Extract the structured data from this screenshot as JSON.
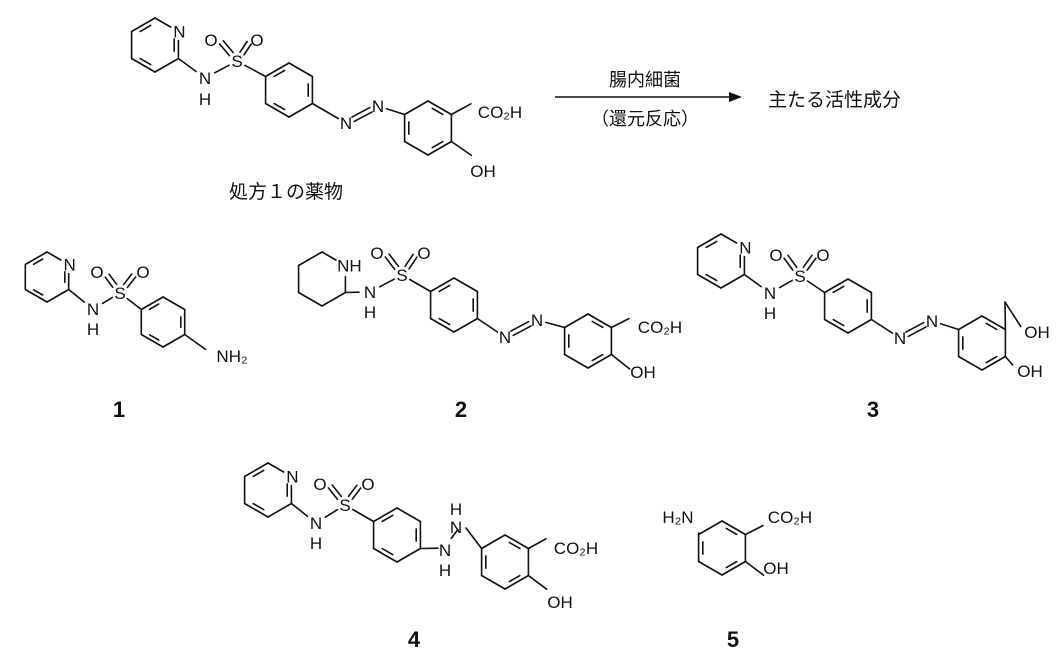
{
  "reaction": {
    "conditions_top": "腸内細菌",
    "conditions_bottom": "（還元反応）",
    "product": "主たる活性成分",
    "reactant_caption": "処方１の薬物"
  },
  "compounds": [
    {
      "label": "1"
    },
    {
      "label": "2"
    },
    {
      "label": "3"
    },
    {
      "label": "4"
    },
    {
      "label": "5"
    }
  ],
  "atoms": {
    "N": "N",
    "NH": "NH",
    "H": "H",
    "S": "S",
    "O": "O",
    "OH": "OH",
    "CO2H": "CO₂H",
    "NH2": "NH₂",
    "H2N": "H₂N"
  }
}
